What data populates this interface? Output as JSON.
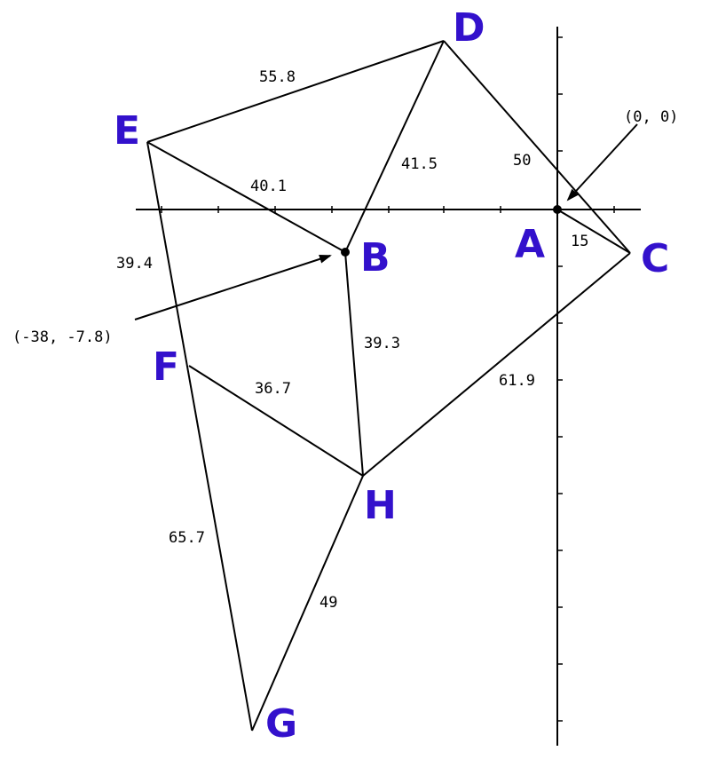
{
  "colors": {
    "vertex_label": "#3311cc",
    "line": "#000000",
    "background": "#ffffff"
  },
  "vertices": [
    "A",
    "B",
    "C",
    "D",
    "E",
    "F",
    "G",
    "H"
  ],
  "edges": [
    {
      "from": "E",
      "to": "D",
      "length": "55.8"
    },
    {
      "from": "E",
      "to": "B",
      "length": "40.1"
    },
    {
      "from": "B",
      "to": "D",
      "length": "41.5"
    },
    {
      "from": "D",
      "to": "C",
      "length": "50"
    },
    {
      "from": "A",
      "to": "C",
      "length": "15"
    },
    {
      "from": "E",
      "to": "F",
      "length": "39.4"
    },
    {
      "from": "B",
      "to": "H",
      "length": "39.3"
    },
    {
      "from": "C",
      "to": "H",
      "length": "61.9"
    },
    {
      "from": "F",
      "to": "H",
      "length": "36.7"
    },
    {
      "from": "F",
      "to": "G",
      "length": "65.7"
    },
    {
      "from": "G",
      "to": "H",
      "length": "49"
    }
  ],
  "annotations": {
    "origin": "(0, 0)",
    "point_b": "(-38, -7.8)"
  }
}
